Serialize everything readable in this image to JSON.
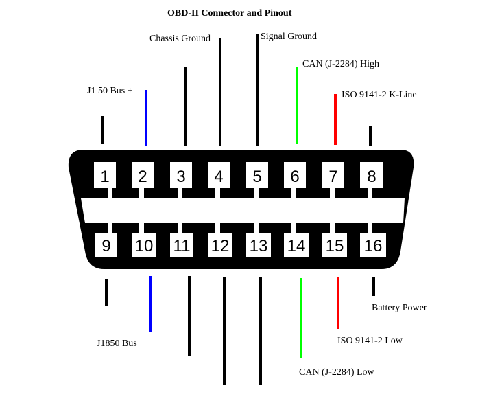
{
  "title": "OBD-II Connector and Pinout",
  "pins_top": [
    "1",
    "2",
    "3",
    "4",
    "5",
    "6",
    "7",
    "8"
  ],
  "pins_bottom": [
    "9",
    "10",
    "11",
    "12",
    "13",
    "14",
    "15",
    "16"
  ],
  "labels": {
    "chassis_ground": "Chassis Ground",
    "signal_ground": "Signal Ground",
    "can_high": "CAN (J-2284) High",
    "j1850_plus": "J1  50 Bus +",
    "iso_k_line": "ISO 9141-2 K-Line",
    "battery_power": "Battery Power",
    "j1850_minus": "J1850 Bus −",
    "iso_low": "ISO 9141-2 Low",
    "can_low": "CAN (J-2284) Low"
  },
  "colors": {
    "black": "#000000",
    "blue": "#0000ff",
    "green": "#00ff00",
    "red": "#ff0000",
    "background": "#ffffff"
  }
}
